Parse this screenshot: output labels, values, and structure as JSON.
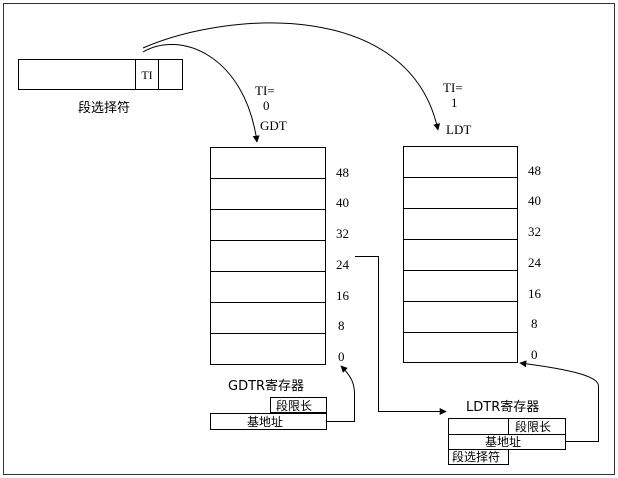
{
  "selector": {
    "ti_field": "TI",
    "caption": "段选择符"
  },
  "gdt": {
    "branch_ti_label": "TI=",
    "branch_ti_value": "0",
    "title": "GDT",
    "offsets": [
      "48",
      "40",
      "32",
      "24",
      "16",
      "8",
      "0"
    ],
    "register": {
      "title": "GDTR寄存器",
      "limit_label": "段限长",
      "base_label": "基地址"
    }
  },
  "ldt": {
    "branch_ti_label": "TI=",
    "branch_ti_value": "1",
    "title": "LDT",
    "offsets": [
      "48",
      "40",
      "32",
      "24",
      "16",
      "8",
      "0"
    ],
    "register": {
      "title": "LDTR寄存器",
      "limit_label": "段限长",
      "base_label": "基地址",
      "selector_label": "段选择符"
    }
  }
}
